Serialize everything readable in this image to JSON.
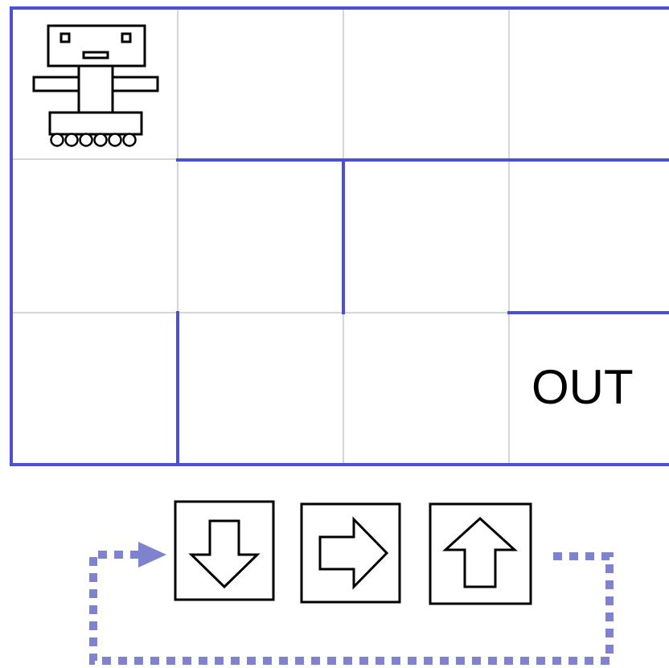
{
  "maze": {
    "rows": 3,
    "columns": 4,
    "exit_label": "OUT",
    "robot_icon": "robot-icon",
    "wall_color": "#4a4fd6",
    "grid_color": "#c8c8c8"
  },
  "program": {
    "commands": [
      {
        "direction": "down",
        "icon": "arrow-down-icon"
      },
      {
        "direction": "right",
        "icon": "arrow-right-icon"
      },
      {
        "direction": "up",
        "icon": "arrow-up-icon"
      }
    ],
    "loop": {
      "repeat": true,
      "color": "#7f82cf"
    }
  }
}
